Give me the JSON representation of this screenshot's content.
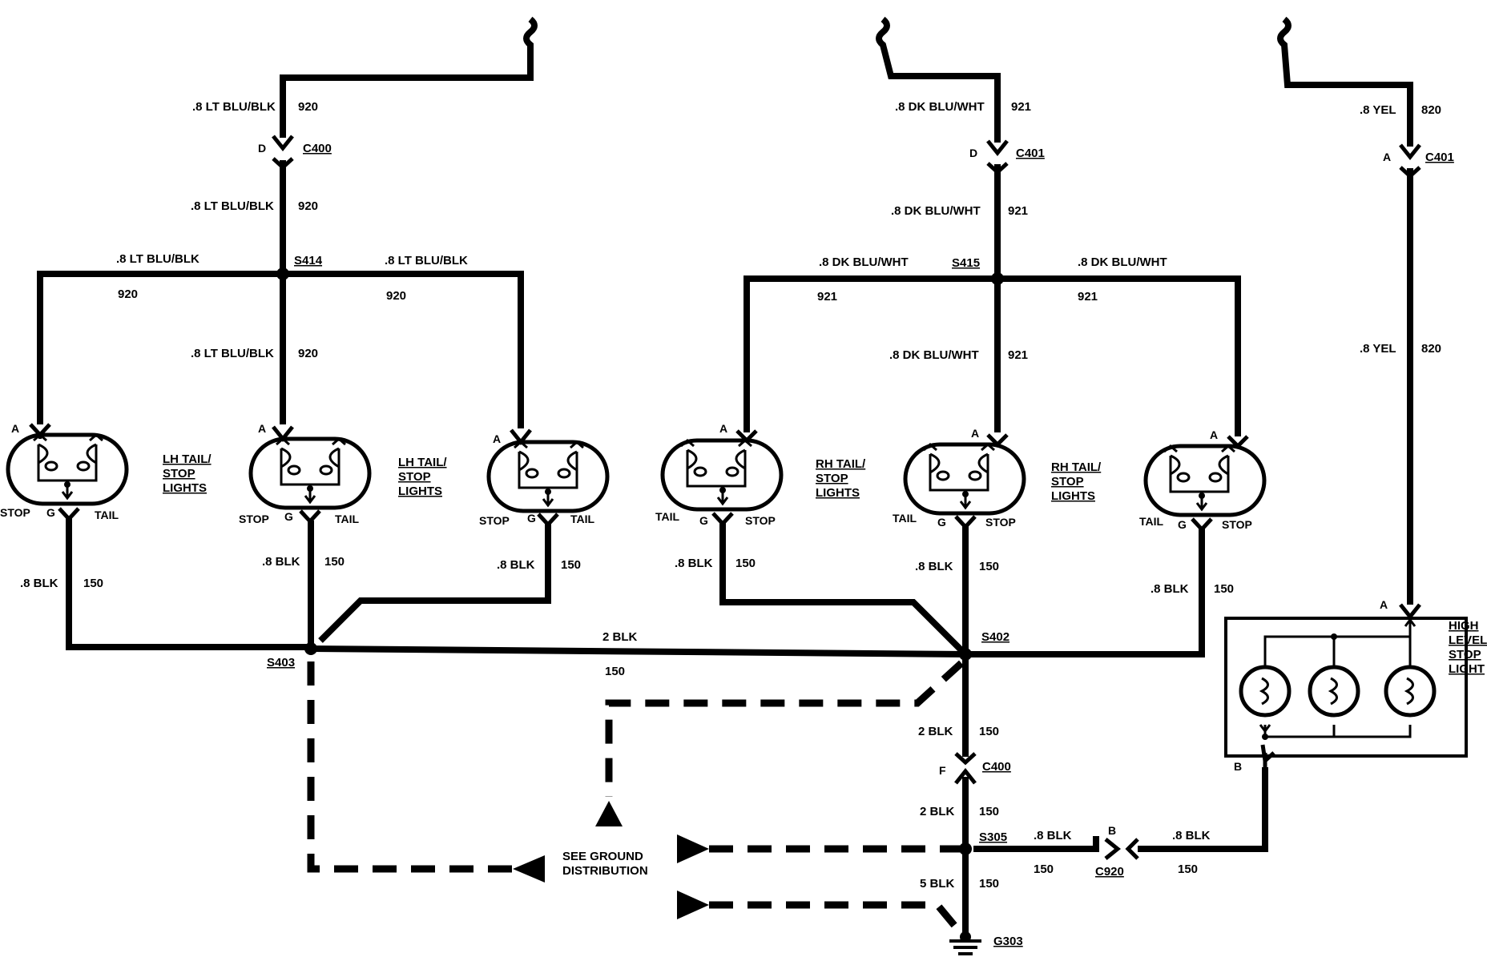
{
  "colors": {
    "ink": "#000000",
    "background": "#ffffff"
  },
  "wires": {
    "w920": {
      "size_color": ".8 LT BLU/BLK",
      "circuit": "920"
    },
    "w921": {
      "size_color": ".8 DK BLU/WHT",
      "circuit": "921"
    },
    "w820": {
      "size_color": ".8 YEL",
      "circuit": "820"
    },
    "blk08": {
      "size_color": ".8 BLK",
      "circuit": "150"
    },
    "blk2": {
      "size_color": "2 BLK",
      "circuit": "150"
    },
    "blk5": {
      "size_color": "5 BLK",
      "circuit": "150"
    }
  },
  "connectors": {
    "c400": "C400",
    "c401": "C401",
    "c920": "C920"
  },
  "splices": {
    "s414": "S414",
    "s415": "S415",
    "s403": "S403",
    "s402": "S402",
    "s305": "S305"
  },
  "ground": {
    "g303": "G303"
  },
  "pins": {
    "a": "A",
    "b": "B",
    "d": "D",
    "f": "F",
    "g": "G"
  },
  "bulb_terms": {
    "stop": "STOP",
    "tail": "TAIL"
  },
  "components": {
    "lh_lights": [
      "LH TAIL/",
      "STOP",
      "LIGHTS"
    ],
    "rh_lights": [
      "RH TAIL/",
      "STOP",
      "LIGHTS"
    ],
    "high_level": [
      "HIGH",
      "LEVEL",
      "STOP",
      "LIGHT"
    ]
  },
  "ground_ref": [
    "SEE GROUND",
    "DISTRIBUTION"
  ]
}
